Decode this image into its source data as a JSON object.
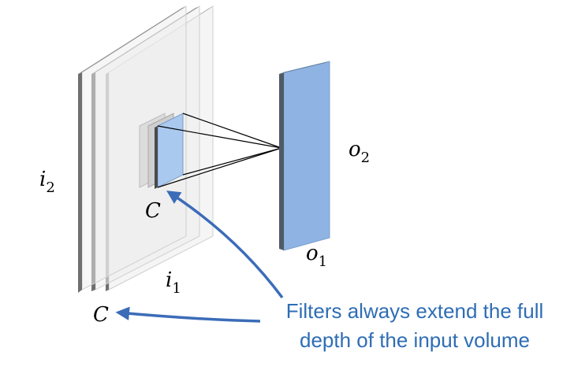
{
  "labels": {
    "input_height": {
      "main": "i",
      "sub": "2"
    },
    "input_width": {
      "main": "i",
      "sub": "1"
    },
    "input_channels": "C",
    "filter_channels": "C",
    "output_height": {
      "main": "o",
      "sub": "2"
    },
    "output_width": {
      "main": "o",
      "sub": "1"
    }
  },
  "caption": {
    "line1": "Filters always extend the full",
    "line2": "depth of the input volume"
  },
  "colors": {
    "input_plane_fill": "#EDEDED",
    "input_plane_edge": "#6F6F6F",
    "filter_fill": "#A9C9EF",
    "filter_edge": "#4A4A4A",
    "output_fill": "#8FB4E3",
    "output_edge": "#4F5B66",
    "arrow": "#3B6CB8",
    "caption_text": "#2E6DB4"
  }
}
